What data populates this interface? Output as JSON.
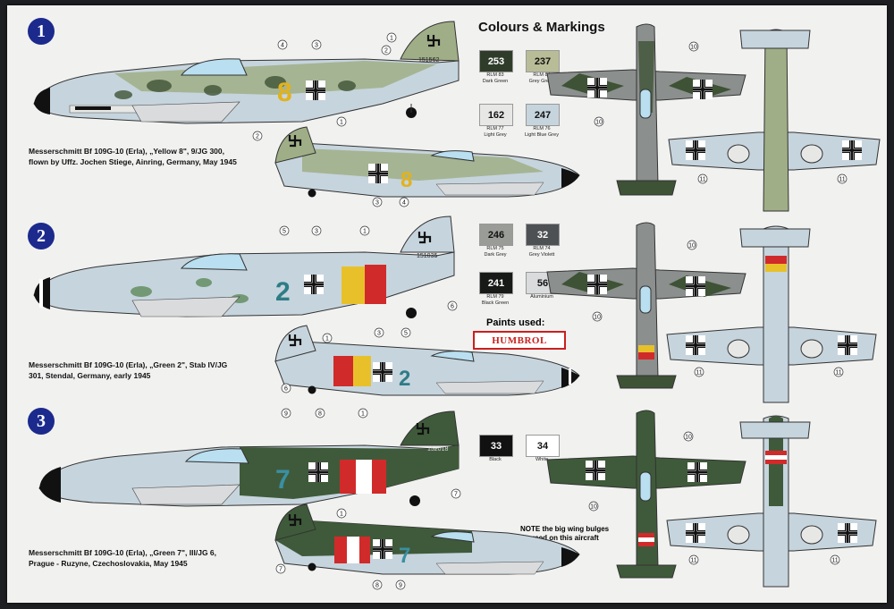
{
  "title": "Colours & Markings",
  "schemes": [
    {
      "number": "1",
      "caption_lines": [
        "Messerschmitt Bf 109G-10 (Erla), „Yellow 8\", 9/JG 300,",
        "flown by Uffz. Jochen Stiege, Ainring, Germany, May 1945"
      ],
      "code": "8",
      "code_color": "#e2b21c",
      "serial": "151562"
    },
    {
      "number": "2",
      "caption_lines": [
        "Messerschmitt Bf 109G-10 (Erla), „Green 2\", Stab IV/JG",
        "301, Stendal, Germany, early 1945"
      ],
      "code": "2",
      "code_color": "#2e7c86",
      "serial": "151035"
    },
    {
      "number": "3",
      "caption_lines": [
        "Messerschmitt Bf 109G-10 (Erla), „Green 7\", III/JG 6,",
        "Prague - Ruzyne, Czechoslovakia, May 1945"
      ],
      "code": "7",
      "code_color": "#3a8fa3",
      "serial": "152018"
    }
  ],
  "swatches": [
    {
      "code": "253",
      "lines": [
        "RLM 83",
        "Dark Green"
      ],
      "bg": "#2f3c2a",
      "fg": "#ffffff"
    },
    {
      "code": "237",
      "lines": [
        "RLM 84",
        "Grey Green"
      ],
      "bg": "#b9bd97",
      "fg": "#111111"
    },
    {
      "code": "162",
      "lines": [
        "RLM 77",
        "Light Grey"
      ],
      "bg": "#e7e8e6",
      "fg": "#111111"
    },
    {
      "code": "247",
      "lines": [
        "RLM 76",
        "Light Blue Grey"
      ],
      "bg": "#c6d4dd",
      "fg": "#111111"
    },
    {
      "code": "246",
      "lines": [
        "RLM 75",
        "Dark Grey"
      ],
      "bg": "#9a9c98",
      "fg": "#111111"
    },
    {
      "code": "32",
      "lines": [
        "RLM 74",
        "Grey Violett"
      ],
      "bg": "#4e5154",
      "fg": "#ffffff"
    },
    {
      "code": "241",
      "lines": [
        "RLM 79",
        "Black Green"
      ],
      "bg": "#171a17",
      "fg": "#ffffff"
    },
    {
      "code": "56",
      "lines": [
        "Aluminium"
      ],
      "bg": "#d9dbdc",
      "fg": "#111111"
    },
    {
      "code": "33",
      "lines": [
        "Black"
      ],
      "bg": "#111111",
      "fg": "#ffffff"
    },
    {
      "code": "34",
      "lines": [
        "White"
      ],
      "bg": "#ffffff",
      "fg": "#111111"
    }
  ],
  "paints_label": "Paints used:",
  "brand": "HUMBROL",
  "note_lines": [
    "NOTE the big wing bulges",
    "used on this aircraft"
  ],
  "callouts": [
    "1",
    "2",
    "3",
    "4",
    "5",
    "6",
    "7",
    "8",
    "9",
    "10",
    "11"
  ],
  "colors": {
    "rlm76": "#c6d4dd",
    "rlm83": "#3e5236",
    "rlm84": "#9fae86",
    "rlm75": "#8b8f8d",
    "rlm82": "#3f5a3a",
    "red": "#d12a2a",
    "yellow": "#e8c12a",
    "black": "#111111"
  }
}
